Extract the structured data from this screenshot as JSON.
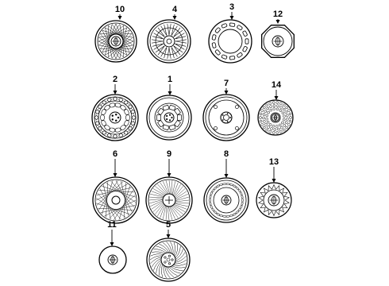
{
  "diagram": {
    "title": "",
    "parts": [
      {
        "label": "10",
        "style": "wire-basket"
      },
      {
        "label": "4",
        "style": "spoke-fan"
      },
      {
        "label": "3",
        "style": "slotted-ring"
      },
      {
        "label": "12",
        "style": "emblem-cap"
      },
      {
        "label": "2",
        "style": "lattice"
      },
      {
        "label": "1",
        "style": "steel-windows"
      },
      {
        "label": "7",
        "style": "steel-plain"
      },
      {
        "label": "14",
        "style": "beaded-emblem"
      },
      {
        "label": "6",
        "style": "wire-cross"
      },
      {
        "label": "9",
        "style": "fine-wire"
      },
      {
        "label": "8",
        "style": "dot-ring"
      },
      {
        "label": "13",
        "style": "zigzag-emblem"
      },
      {
        "label": "11",
        "style": "center-cap"
      },
      {
        "label": "5",
        "style": "turbine"
      }
    ]
  }
}
